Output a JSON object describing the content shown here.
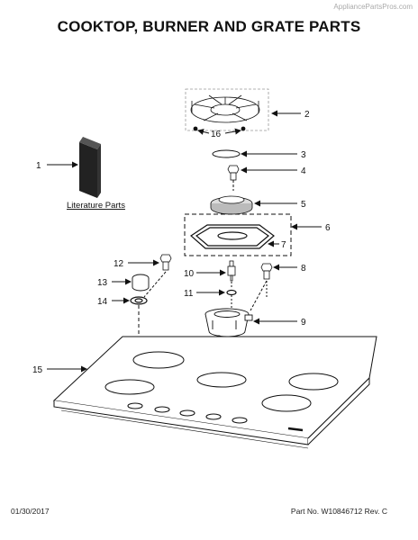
{
  "watermark": "AppliancePartsPros.com",
  "title": "COOKTOP, BURNER AND GRATE PARTS",
  "literature_label": "Literature Parts",
  "callouts": {
    "c1": "1",
    "c2": "2",
    "c3": "3",
    "c4": "4",
    "c5": "5",
    "c6": "6",
    "c7": "7",
    "c8": "8",
    "c9": "9",
    "c10": "10",
    "c11": "11",
    "c12": "12",
    "c13": "13",
    "c14": "14",
    "c15": "15",
    "c16": "16"
  },
  "footer": {
    "date": "01/30/2017",
    "part_no": "Part No.  W10846712  Rev.  C"
  }
}
